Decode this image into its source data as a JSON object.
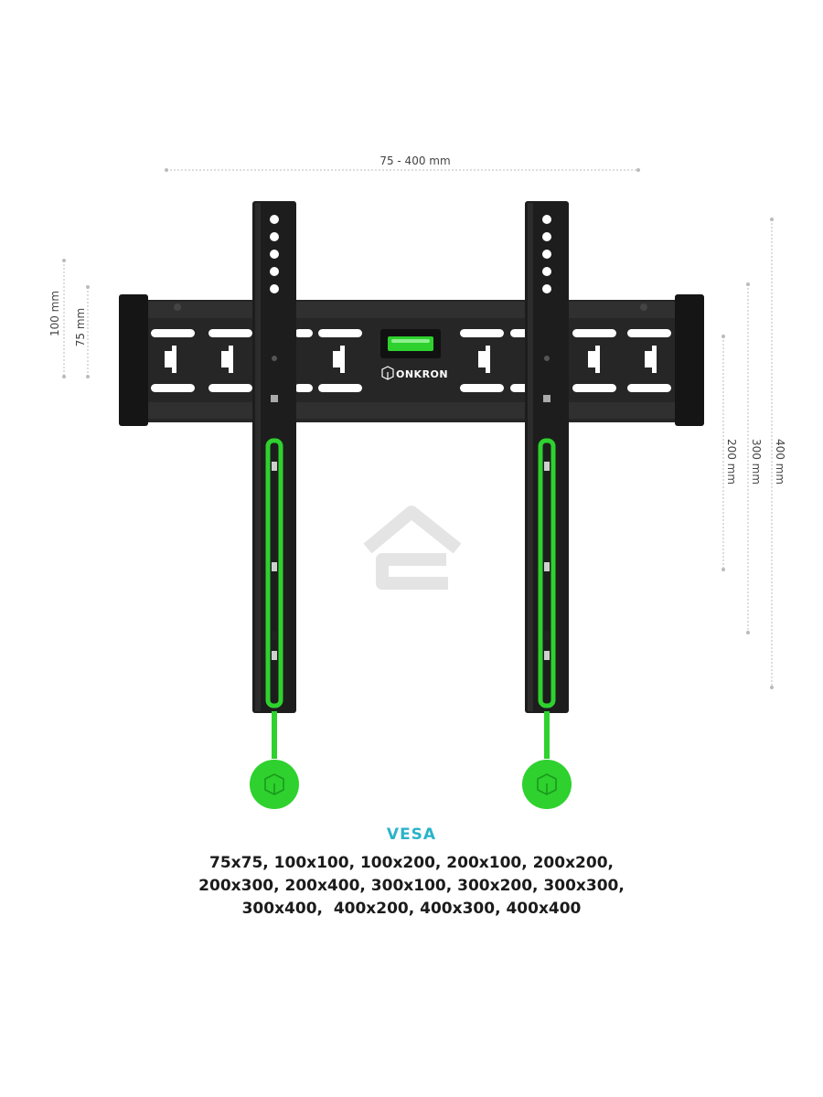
{
  "dimensions": {
    "width_label": "75 - 400 mm",
    "left_outer": "100 mm",
    "left_inner": "75 mm",
    "right_inner": "200 mm",
    "right_mid": "300 mm",
    "right_outer": "400 mm"
  },
  "brand": "ONKRON",
  "vesa": {
    "title": "VESA",
    "lines": [
      "75x75, 100x100, 100x200, 200x100, 200x200,",
      "200x300, 200x400, 300x100, 300x200, 300x300,",
      "300x400,  400x200, 400x300, 400x400"
    ]
  },
  "colors": {
    "accent_green": "#2ed12e",
    "vesa_title": "#2ab3c9",
    "metal": "#252525"
  }
}
